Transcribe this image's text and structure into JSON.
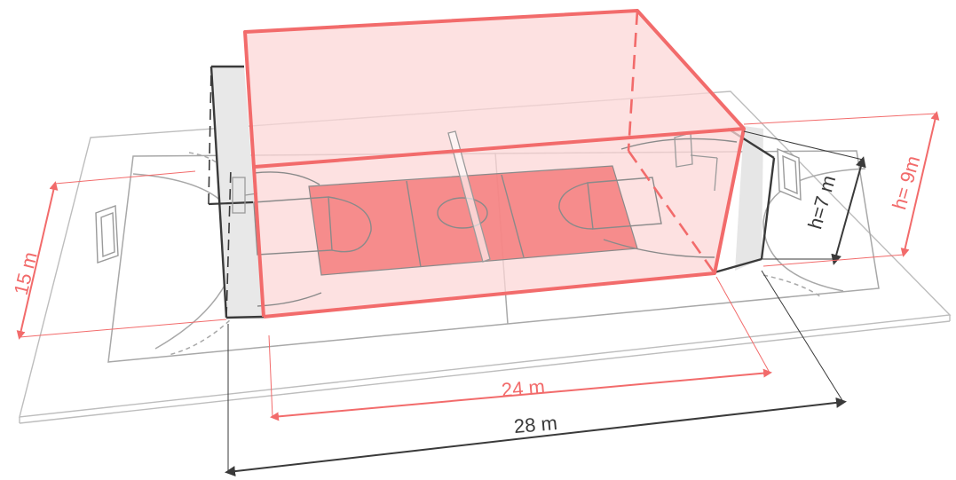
{
  "dimensions": {
    "inner_width": "15 m",
    "inner_length": "24 m",
    "outer_length": "28 m",
    "inner_height": "h=7 m",
    "outer_height": "h= 9m"
  },
  "colors": {
    "accent": "#f26b6b",
    "accent_fill": "#fcd7d7",
    "court_fill": "#f47c7c",
    "dark": "#3a3a3a",
    "line": "#9a9a9a"
  }
}
